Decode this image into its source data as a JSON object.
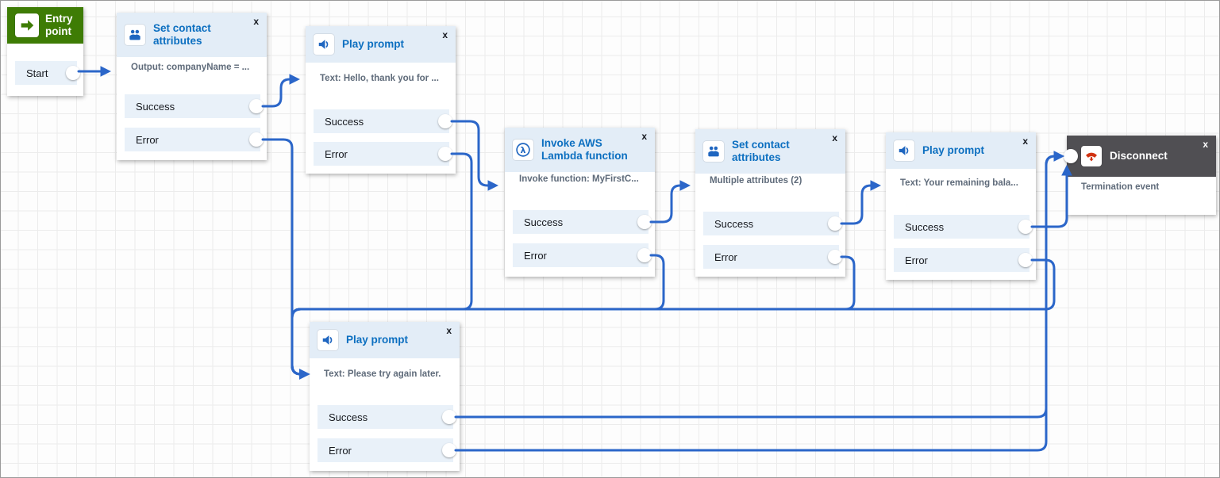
{
  "close_label": "x",
  "colors": {
    "connector": "#2b66c9",
    "entry_header_green": "#3e7c05",
    "disconnect_header_gray": "#504f53",
    "title_blue": "#0c6fc0",
    "block_header_blue": "#e3edf7",
    "port_row_blue": "#e9f1f9"
  },
  "blocks": {
    "entry": {
      "title": "Entry point",
      "start_label": "Start"
    },
    "sca1": {
      "title": "Set contact attributes",
      "description": "Output: companyName = ...",
      "success_label": "Success",
      "error_label": "Error"
    },
    "pp1": {
      "title": "Play prompt",
      "description": "Text: Hello, thank you for ...",
      "success_label": "Success",
      "error_label": "Error"
    },
    "lambda": {
      "title": "Invoke AWS Lambda function",
      "description": "Invoke function: MyFirstC...",
      "success_label": "Success",
      "error_label": "Error"
    },
    "sca2": {
      "title": "Set contact attributes",
      "description": "Multiple attributes (2)",
      "success_label": "Success",
      "error_label": "Error"
    },
    "pp2": {
      "title": "Play prompt",
      "description": "Text: Your remaining bala...",
      "success_label": "Success",
      "error_label": "Error"
    },
    "disconnect": {
      "title": "Disconnect",
      "description": "Termination event"
    },
    "pp_error": {
      "title": "Play prompt",
      "description": "Text: Please try again later.",
      "success_label": "Success",
      "error_label": "Error"
    }
  },
  "icons": {
    "entry": "arrow-right-icon",
    "sca": "contact-attributes-icon",
    "play_prompt": "speaker-icon",
    "lambda": "lambda-icon",
    "disconnect": "phone-disconnect-icon"
  },
  "connections": [
    {
      "from": "entry.Start",
      "to": "sca1"
    },
    {
      "from": "sca1.Success",
      "to": "pp1"
    },
    {
      "from": "sca1.Error",
      "to": "pp_error"
    },
    {
      "from": "pp1.Success",
      "to": "lambda"
    },
    {
      "from": "pp1.Error",
      "to": "pp_error"
    },
    {
      "from": "lambda.Success",
      "to": "sca2"
    },
    {
      "from": "lambda.Error",
      "to": "pp_error"
    },
    {
      "from": "sca2.Success",
      "to": "pp2"
    },
    {
      "from": "sca2.Error",
      "to": "pp_error"
    },
    {
      "from": "pp2.Success",
      "to": "disconnect"
    },
    {
      "from": "pp2.Error",
      "to": "pp_error"
    },
    {
      "from": "pp_error.Success",
      "to": "disconnect"
    },
    {
      "from": "pp_error.Error",
      "to": "disconnect"
    }
  ]
}
